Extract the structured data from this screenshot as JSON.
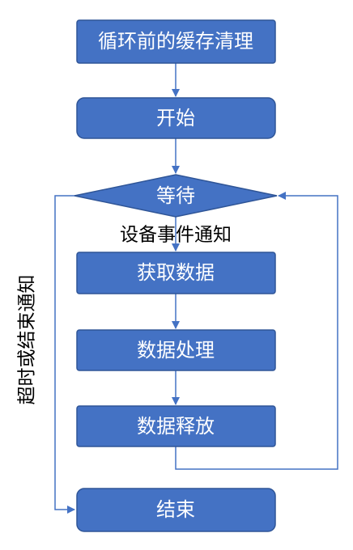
{
  "nodes": {
    "cache_clean": "循环前的缓存清理",
    "start": "开始",
    "wait": "等待",
    "fetch": "获取数据",
    "process": "数据处理",
    "release": "数据释放",
    "end": "结束"
  },
  "edge_labels": {
    "device_event": "设备事件通知",
    "timeout_or_end": "超时或结束通知"
  },
  "colors": {
    "node_fill": "#4472C4",
    "node_stroke": "#2F5597",
    "edge": "#4472C4",
    "node_text": "#FFFFFF",
    "label_text": "#000000"
  }
}
